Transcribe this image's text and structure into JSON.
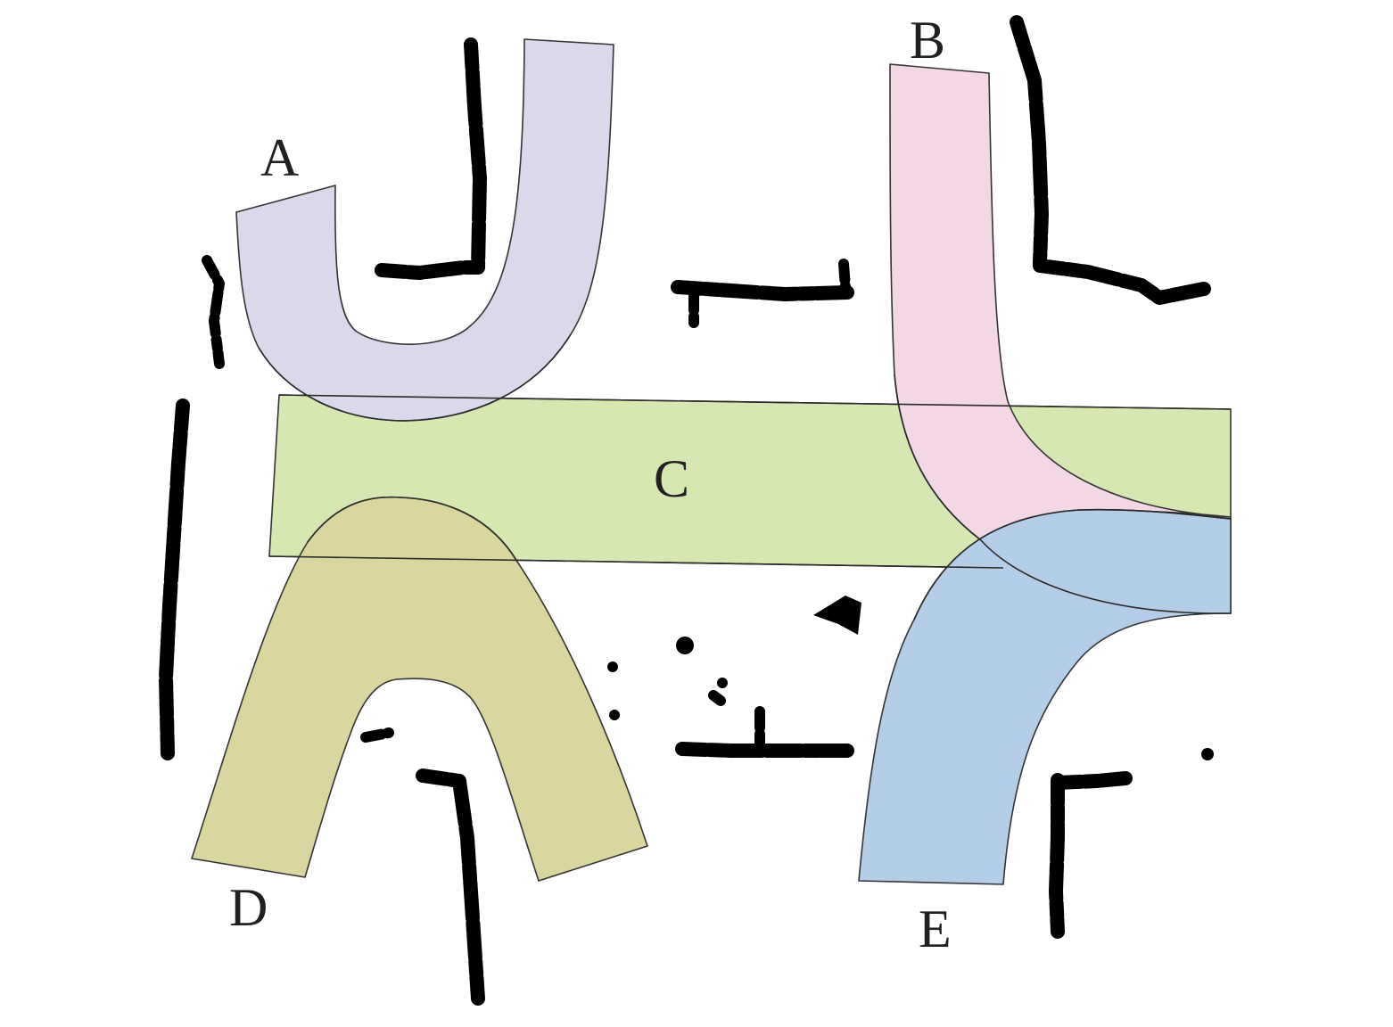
{
  "diagram": {
    "regions": [
      {
        "id": "A",
        "label": "A",
        "color": "#d9d6ea"
      },
      {
        "id": "B",
        "label": "B",
        "color": "#f3d5e4"
      },
      {
        "id": "C",
        "label": "C",
        "color": "#d4e6ae"
      },
      {
        "id": "D",
        "label": "D",
        "color": "#d8d49a"
      },
      {
        "id": "E",
        "label": "E",
        "color": "#b0cbe8"
      }
    ],
    "outline_color": "#2a2a2a",
    "obstacle_color": "#000000",
    "background": "#ffffff"
  }
}
